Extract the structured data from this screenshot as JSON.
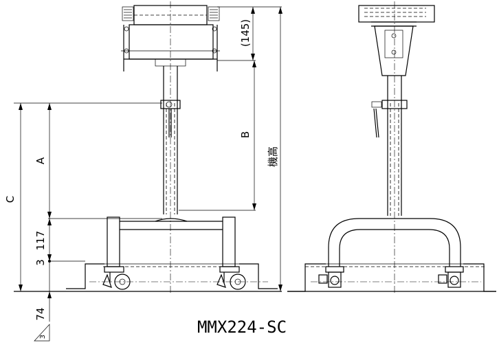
{
  "drawing": {
    "model_label": "MMX224-SC",
    "dimensions": {
      "dim_145": "(145)",
      "dim_b": "B",
      "dim_a": "A",
      "dim_c": "C",
      "dim_117": "117",
      "dim_3": "3",
      "dim_74": "74",
      "machine_height": "機高",
      "weld_symbol_value": "3"
    }
  }
}
